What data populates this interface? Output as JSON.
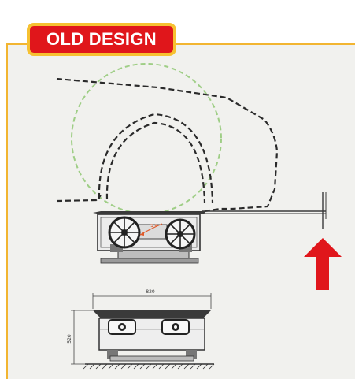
{
  "badge": {
    "label": "OLD DESIGN"
  },
  "drawing": {
    "dimension_width": "820",
    "dimension_height": "520",
    "rotation_label": "3°"
  },
  "colors": {
    "badge_fill": "#e0161b",
    "badge_border": "#f6c131",
    "panel_border": "#f2b531",
    "panel_fill": "#f1f1ee",
    "arrow": "#e0161b",
    "dashed_outline": "#2a2a2a",
    "green_circle": "#9fce86"
  },
  "icons": {
    "arrow": "arrow-up-icon"
  }
}
